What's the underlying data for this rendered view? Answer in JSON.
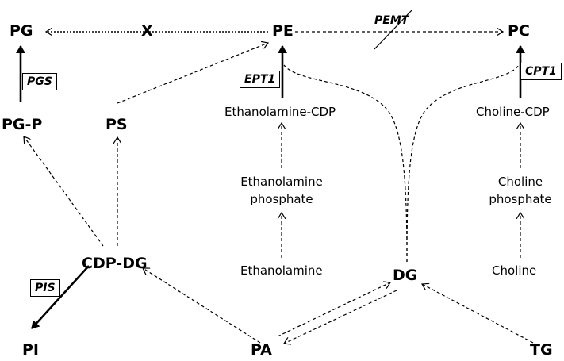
{
  "nodes": {
    "pg": "PG",
    "pe": "PE",
    "pc": "PC",
    "pgp": "PG-P",
    "ps": "PS",
    "eth_cdp": "Ethanolamine-CDP",
    "cho_cdp": "Choline-CDP",
    "eth_p_line1": "Ethanolamine",
    "eth_p_line2": "phosphate",
    "cho_p_line1": "Choline",
    "cho_p_line2": "phosphate",
    "ethanolamine": "Ethanolamine",
    "choline": "Choline",
    "cdpdg": "CDP-DG",
    "dg": "DG",
    "pi": "PI",
    "pa": "PA",
    "tg": "TG"
  },
  "enzymes": {
    "pgs": "PGS",
    "ept1": "EPT1",
    "cpt1": "CPT1",
    "pis": "PIS",
    "pemt": "PEMT"
  },
  "blocked_mark": "X"
}
